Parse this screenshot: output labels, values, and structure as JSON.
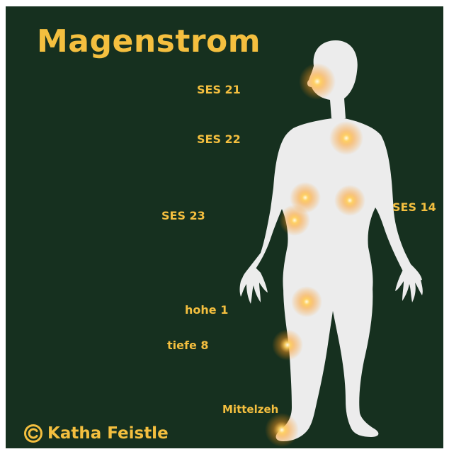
{
  "title": "Magenstrom",
  "labels": {
    "ses21": "SES 21",
    "ses22": "SES 22",
    "ses23": "SES 23",
    "ses14": "SES 14",
    "hohe1": "hohe 1",
    "tiefe8": "tiefe 8",
    "mittelzeh": "Mittelzeh"
  },
  "footer": {
    "author": "Katha Feistle",
    "icon": "copyright-icon"
  },
  "colors": {
    "background": "#16301f",
    "accent": "#f4bf3f",
    "silhouette": "#ececec",
    "glow": "#ffb63a"
  },
  "icons": [
    "copyright-icon",
    "human-silhouette",
    "glow-point"
  ]
}
